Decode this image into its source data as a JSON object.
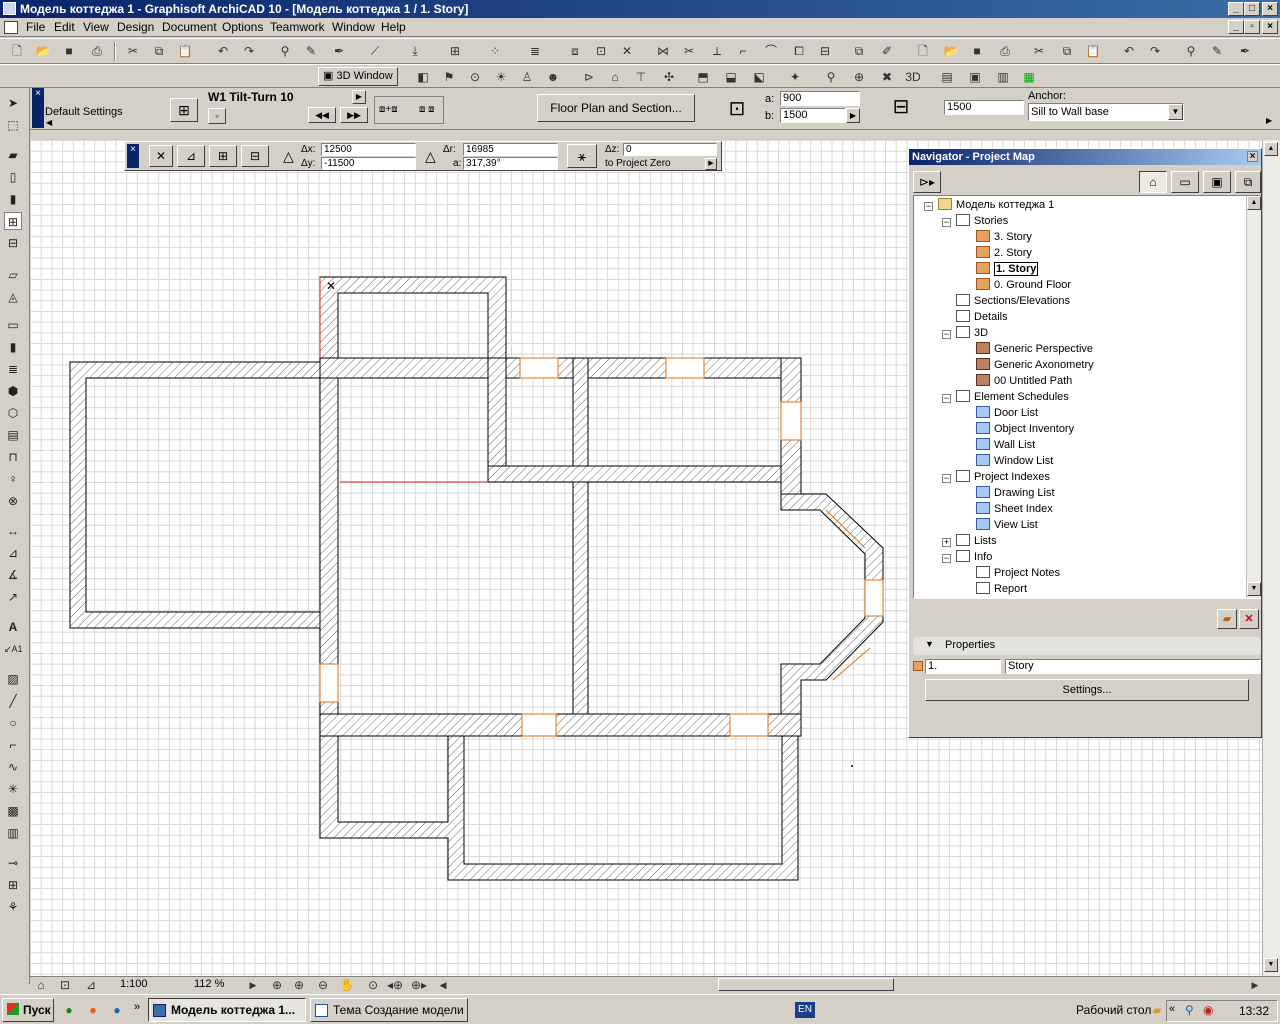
{
  "window": {
    "title": "Модель коттеджа 1 - Graphisoft ArchiCAD 10 - [Модель коттеджа 1 / 1. Story]"
  },
  "menu": [
    "File",
    "Edit",
    "View",
    "Design",
    "Document",
    "Options",
    "Teamwork",
    "Window",
    "Help"
  ],
  "toolbar": {
    "window_3d_label": "3D Window"
  },
  "infobox": {
    "default_settings": "Default Settings",
    "window_type": "W1 Tilt-Turn 10",
    "floor_plan_section": "Floor Plan and Section...",
    "dim_a_label": "a:",
    "dim_a": "900",
    "dim_b_label": "b:",
    "dim_b": "1500",
    "sill_height": "1500",
    "anchor_label": "Anchor:",
    "anchor_value": "Sill to Wall base"
  },
  "coords": {
    "dx_label": "Δx:",
    "dx": "12500",
    "dy_label": "Δy:",
    "dy": "-11500",
    "dr_label": "Δr:",
    "dr": "16985",
    "angle_label": "a:",
    "angle": "317,39°",
    "dz_label": "Δz:",
    "dz": "0",
    "reference": "to Project Zero"
  },
  "navigator": {
    "title": "Navigator - Project Map",
    "tree": [
      {
        "label": "Модель коттеджа 1",
        "level": 0,
        "icon": "project-icon",
        "expander": "−"
      },
      {
        "label": "Stories",
        "level": 1,
        "icon": "stories-icon",
        "expander": "−"
      },
      {
        "label": "3. Story",
        "level": 2,
        "icon": "story-icon"
      },
      {
        "label": "2. Story",
        "level": 2,
        "icon": "story-icon"
      },
      {
        "label": "1. Story",
        "level": 2,
        "icon": "story-icon",
        "selected": true
      },
      {
        "label": "0. Ground Floor",
        "level": 2,
        "icon": "story-icon"
      },
      {
        "label": "Sections/Elevations",
        "level": 1,
        "icon": "section-icon"
      },
      {
        "label": "Details",
        "level": 1,
        "icon": "details-icon"
      },
      {
        "label": "3D",
        "level": 1,
        "icon": "3d-icon",
        "expander": "−"
      },
      {
        "label": "Generic Perspective",
        "level": 2,
        "icon": "camera-icon"
      },
      {
        "label": "Generic Axonometry",
        "level": 2,
        "icon": "axonometry-icon"
      },
      {
        "label": "00 Untitled Path",
        "level": 2,
        "icon": "path-icon"
      },
      {
        "label": "Element Schedules",
        "level": 1,
        "icon": "schedule-icon",
        "expander": "−"
      },
      {
        "label": "Door List",
        "level": 2,
        "icon": "schedule-item-icon"
      },
      {
        "label": "Object Inventory",
        "level": 2,
        "icon": "schedule-item-icon"
      },
      {
        "label": "Wall List",
        "level": 2,
        "icon": "schedule-item-icon"
      },
      {
        "label": "Window List",
        "level": 2,
        "icon": "schedule-item-icon"
      },
      {
        "label": "Project Indexes",
        "level": 1,
        "icon": "index-icon",
        "expander": "−"
      },
      {
        "label": "Drawing List",
        "level": 2,
        "icon": "schedule-item-icon"
      },
      {
        "label": "Sheet Index",
        "level": 2,
        "icon": "schedule-item-icon"
      },
      {
        "label": "View List",
        "level": 2,
        "icon": "schedule-item-icon"
      },
      {
        "label": "Lists",
        "level": 1,
        "icon": "lists-icon",
        "expander": "+"
      },
      {
        "label": "Info",
        "level": 1,
        "icon": "info-icon",
        "expander": "−"
      },
      {
        "label": "Project Notes",
        "level": 2,
        "icon": "notes-icon"
      },
      {
        "label": "Report",
        "level": 2,
        "icon": "report-icon"
      }
    ],
    "properties_label": "Properties",
    "prop_number": "1.",
    "prop_name": "Story",
    "settings_button": "Settings..."
  },
  "statusbar": {
    "scale": "1:100",
    "zoom": "112 %"
  },
  "taskbar": {
    "start": "Пуск",
    "task1": "Модель коттеджа 1...",
    "task2": "Тема Создание модели ...",
    "lang": "EN",
    "desktop": "Рабочий стол",
    "clock": "13:32"
  }
}
